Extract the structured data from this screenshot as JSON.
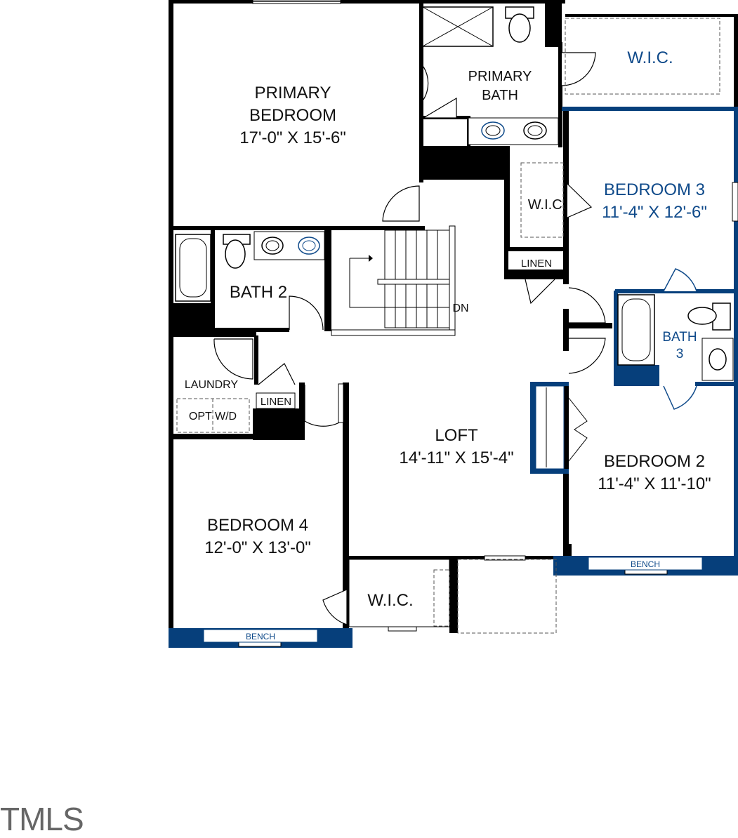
{
  "rooms": {
    "primary_bedroom": {
      "name_line1": "PRIMARY",
      "name_line2": "BEDROOM",
      "size": "17'-0\" X 15'-6\""
    },
    "primary_bath": {
      "name_line1": "PRIMARY",
      "name_line2": "BATH"
    },
    "wic_primary": {
      "name": "W.I.C."
    },
    "bedroom_3": {
      "name": "BEDROOM 3",
      "size": "11'-4\" X 12'-6\""
    },
    "wic_hall": {
      "name": "W.I.C."
    },
    "linen_hall": {
      "name": "LINEN"
    },
    "bath_2": {
      "name": "BATH 2"
    },
    "stairs": {
      "label": "DN"
    },
    "bath_3": {
      "name_line1": "BATH",
      "name_line2": "3"
    },
    "laundry": {
      "name": "LAUNDRY",
      "appliance": "OPT W/D"
    },
    "linen_laundry": {
      "name": "LINEN"
    },
    "loft": {
      "name": "LOFT",
      "size": "14'-11\" X 15'-4\""
    },
    "bedroom_2": {
      "name": "BEDROOM 2",
      "size": "11'-4\" X 11'-10\"",
      "bench": "BENCH"
    },
    "bedroom_4": {
      "name": "BEDROOM 4",
      "size": "12'-0\" X 13'-0\"",
      "bench": "BENCH"
    },
    "wic_bedroom_4": {
      "name": "W.I.C."
    }
  },
  "colors": {
    "wall": "#000000",
    "option_highlight": "#063f7b",
    "option_text": "#0f4a8a"
  },
  "watermark": {
    "text": "TMLS"
  }
}
